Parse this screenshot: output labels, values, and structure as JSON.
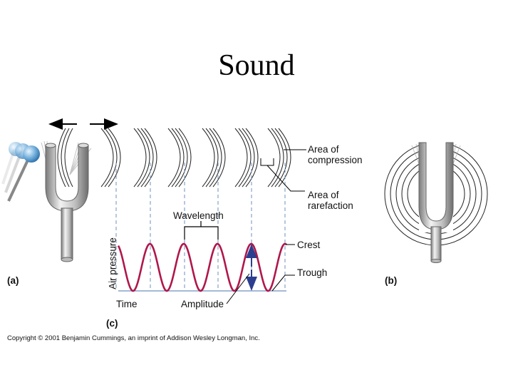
{
  "title": "Sound",
  "labels": {
    "compression": [
      "Area of",
      "compression"
    ],
    "rarefaction": [
      "Area of",
      "rarefaction"
    ],
    "wavelength": "Wavelength",
    "crest": "Crest",
    "trough": "Trough",
    "air_pressure": "Air pressure",
    "time": "Time",
    "amplitude": "Amplitude",
    "panel_a": "(a)",
    "panel_b": "(b)",
    "panel_c": "(c)"
  },
  "copyright": "Copyright © 2001 Benjamin Cummings, an imprint of Addison Wesley Longman, Inc.",
  "colors": {
    "wave": "#b0174a",
    "dashed": "#6f8fbf",
    "fork": "#9a9a9a",
    "arrow_amplitude": "#2c3e8f",
    "mallet": "#6aa9d8"
  }
}
